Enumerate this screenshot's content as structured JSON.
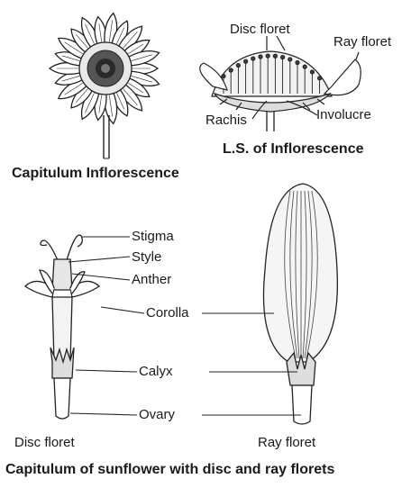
{
  "figure_captions": {
    "capitulum": "Capitulum Inflorescence",
    "ls": "L.S. of Inflorescence",
    "main": "Capitulum of sunflower with disc and ray florets"
  },
  "ls_labels": {
    "disc_floret": "Disc floret",
    "ray_floret": "Ray floret",
    "rachis": "Rachis",
    "involucre": "Involucre"
  },
  "floret_labels": {
    "stigma": "Stigma",
    "style": "Style",
    "anther": "Anther",
    "corolla": "Corolla",
    "calyx": "Calyx",
    "ovary": "Ovary"
  },
  "floret_names": {
    "disc": "Disc floret",
    "ray": "Ray floret"
  }
}
